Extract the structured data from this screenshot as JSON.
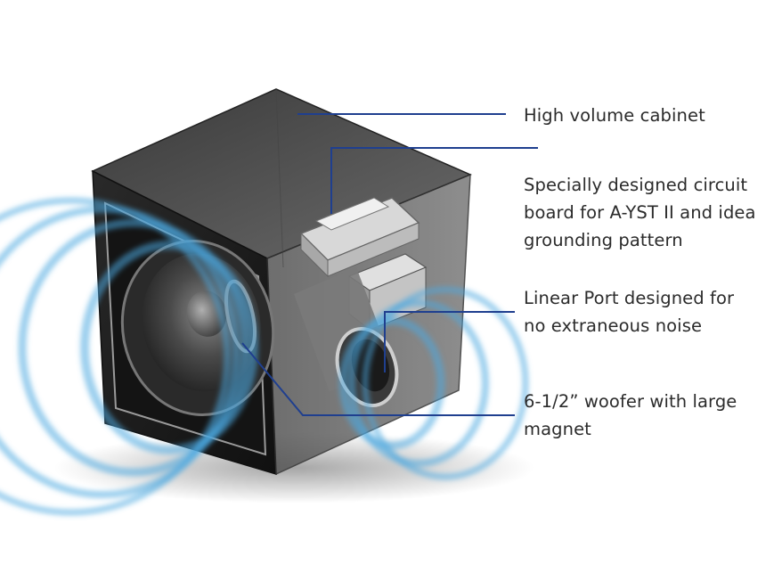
{
  "callouts": {
    "cabinet": "High volume cabinet",
    "circuit": "Specially designed circuit\nboard for A-YST II and idea\ngrounding pattern",
    "port": "Linear Port designed for\nno extraneous noise",
    "woofer": "6-1/2” woofer with large\nmagnet"
  },
  "colors": {
    "leader_line": "#1f3f8f",
    "sound_wave": "#4aa8e0",
    "cabinet_dark": "#1e1e1e",
    "text": "#2b2b2b"
  }
}
